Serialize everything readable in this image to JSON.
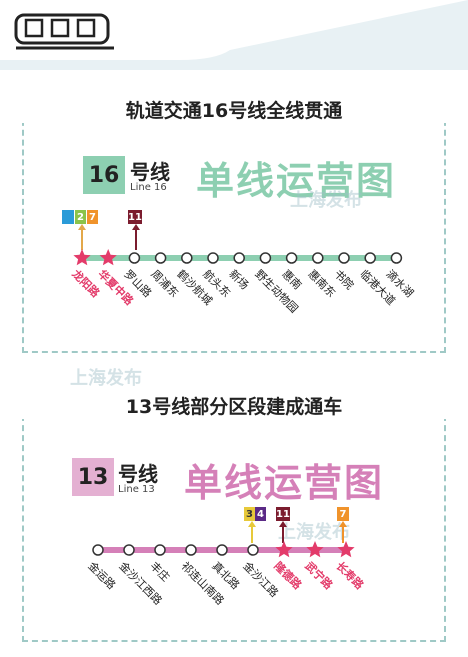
{
  "line16": {
    "section_title": "轨道交通16号线全线贯通",
    "number": "16",
    "name": "号线",
    "english": "Line 16",
    "op_map": "单线运营图",
    "color": "#8dcfb1",
    "transfer_lines": [
      "2",
      "7"
    ],
    "new_label_line": "11",
    "stations": [
      "龙阳路",
      "华夏中路",
      "罗山路",
      "周浦东",
      "鹤沙航城",
      "航头东",
      "新场",
      "野生动物园",
      "惠南",
      "惠南东",
      "书院",
      "临港大道",
      "滴水湖"
    ]
  },
  "line13": {
    "section_title": "13号线部分区段建成通车",
    "number": "13",
    "name": "号线",
    "english": "Line 13",
    "op_map": "单线运营图",
    "color": "#d580b8",
    "transfer_lines": [
      "3",
      "4",
      "11",
      "7"
    ],
    "stations": [
      "金运路",
      "金沙江西路",
      "丰庄",
      "祁连山南路",
      "真北路",
      "金沙江路",
      "隆德路",
      "武宁路",
      "长寿路"
    ]
  },
  "watermark": "上海发布",
  "colors": {
    "line2": "#8bc34a",
    "line7": "#f0932b",
    "line11": "#7b1c2e",
    "line3": "#e7c93a",
    "line4": "#5b2a86",
    "star": "#e33b6a",
    "panel_border": "#9fc9c6"
  }
}
